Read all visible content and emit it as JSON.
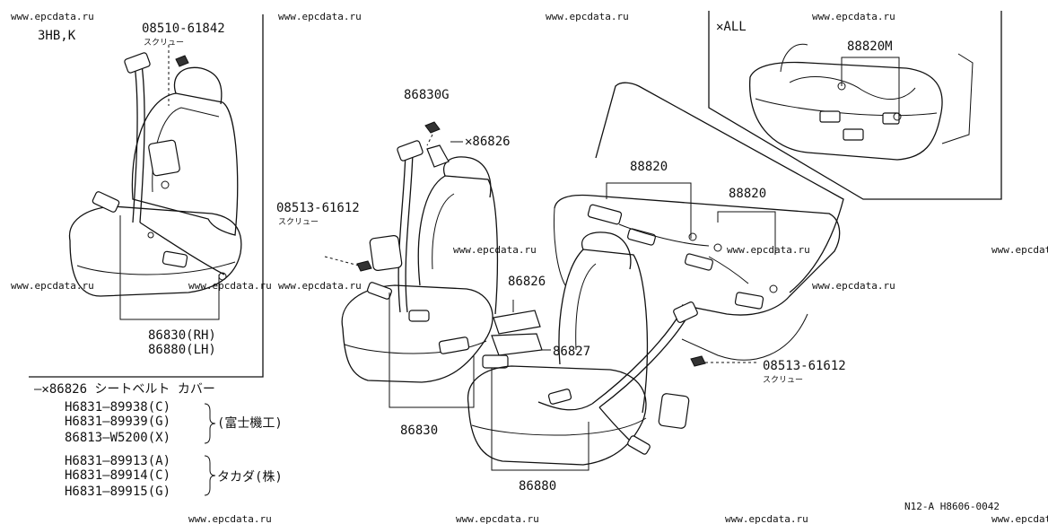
{
  "watermark": "www.epcdata.ru",
  "inset_left": {
    "variant": "3HB,K",
    "screw_part_number": "08510-61842",
    "screw_caption": "スクリュー",
    "belt_rh": "86830(RH)",
    "belt_lh": "86880(LH)"
  },
  "inset_right": {
    "marker": "✕ALL",
    "part_number": "88820M"
  },
  "main": {
    "part_86830G": "86830G",
    "part_86826_marked": "✕86826",
    "screw_left_number": "08513-61612",
    "screw_left_caption": "スクリュー",
    "part_88820_a": "88820",
    "part_88820_b": "88820",
    "part_86826": "86826",
    "part_86827": "86827",
    "screw_right_number": "08513-61612",
    "screw_right_caption": "スクリュー",
    "part_86830": "86830",
    "part_86880": "86880"
  },
  "legend": {
    "header": "—✕86826 シートベルト カバー",
    "group1_parts": [
      "H6831—89938(C)",
      "H6831—89939(G)",
      "86813—W5200(X)"
    ],
    "group1_maker": "(富士機工)",
    "group2_parts": [
      "H6831—89913(A)",
      "H6831—89914(C)",
      "H6831—89915(G)"
    ],
    "group2_maker": "タカダ(株)"
  },
  "footer": {
    "diagram_code": "N12-A H8606-0042"
  }
}
